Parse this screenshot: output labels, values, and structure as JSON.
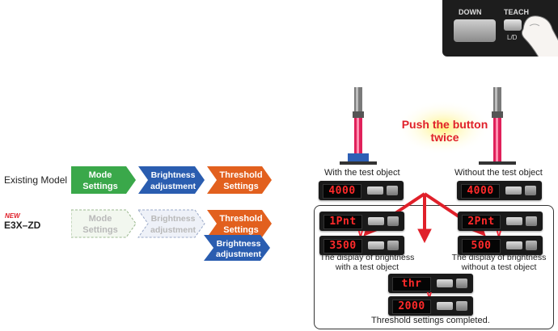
{
  "existing_model_label": "Existing Model",
  "new_badge": "NEW",
  "new_model_label": "E3X–ZD",
  "steps_existing": [
    {
      "line1": "Mode",
      "line2": "Settings",
      "color": "#3aa84a"
    },
    {
      "line1": "Brightness",
      "line2": "adjustment",
      "color": "#2a5db0"
    },
    {
      "line1": "Threshold",
      "line2": "Settings",
      "color": "#e2601e"
    }
  ],
  "steps_new_faded": [
    {
      "line1": "Mode",
      "line2": "Settings"
    },
    {
      "line1": "Brightness",
      "line2": "adjustment"
    }
  ],
  "steps_new_active": [
    {
      "line1": "Threshold",
      "line2": "Settings",
      "color": "#e2601e"
    },
    {
      "line1": "Brightness",
      "line2": "adjustment",
      "color": "#2a5db0"
    }
  ],
  "hand_panel": {
    "down_label": "DOWN",
    "teach_label": "TEACH",
    "ld_label": "L/D"
  },
  "push_line1": "Push the button",
  "push_line2": "twice",
  "with_object_label": "With the test object",
  "without_object_label": "Without the test object",
  "displays": {
    "with_top": "4000",
    "without_top": "4000",
    "left_1": "1Pnt",
    "left_2": "3500",
    "right_1": "2Pnt",
    "right_2": "500",
    "center_1": "thr",
    "center_2": "2000"
  },
  "caption_with_1": "The display of brightness",
  "caption_with_2": "with a test object",
  "caption_without_1": "The display of brightness",
  "caption_without_2": "without a test object",
  "completed": "Threshold settings completed.",
  "colors": {
    "arrow_red": "#e0202a",
    "push_text": "#e0202a",
    "glow": "#fff27a"
  }
}
